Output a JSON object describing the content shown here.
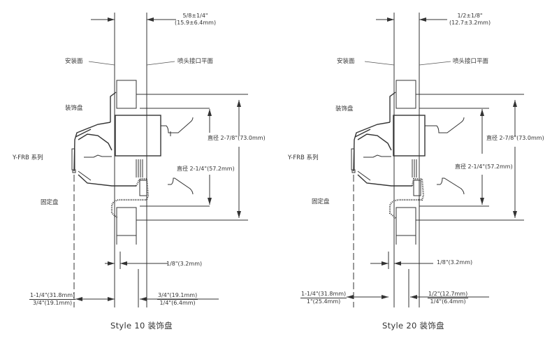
{
  "figures": [
    {
      "id": "style10",
      "caption": "Style 10 装饰盘",
      "labels": {
        "mounting_surface": "安装面",
        "sprinkler_outlet_plane": "喷头接口平面",
        "escutcheon": "装饰盘",
        "sprinkler_series": "Y-FRB 系列",
        "fixed_plate": "固定盘"
      },
      "dimensions": {
        "top_gap": {
          "line1": "5/8±1/4\"",
          "line2": "(15.9±6.4mm)"
        },
        "outer_diameter": "直径 2-7/8\"(73.0mm)",
        "inner_diameter": "直径 2-1/4\"(57.2mm)",
        "plate_thickness": "1/8\"(3.2mm)",
        "left_range": {
          "max": "1-1/4\"(31.8mm)",
          "min": "3/4\"(19.1mm)"
        },
        "right_range": {
          "max": "3/4\"(19.1mm)",
          "min": "1/4\"(6.4mm)"
        }
      }
    },
    {
      "id": "style20",
      "caption": "Style 20 装饰盘",
      "labels": {
        "mounting_surface": "安装面",
        "sprinkler_outlet_plane": "喷头接口平面",
        "escutcheon": "装饰盘",
        "sprinkler_series": "Y-FRB 系列",
        "fixed_plate": "固定盘"
      },
      "dimensions": {
        "top_gap": {
          "line1": "1/2±1/8\"",
          "line2": "(12.7±3.2mm)"
        },
        "outer_diameter": "直径 2-7/8\"(73.0mm)",
        "inner_diameter": "直径 2-1/4\"(57.2mm)",
        "plate_thickness": "1/8\"(3.2mm)",
        "left_range": {
          "max": "1-1/4\"(31.8mm)",
          "min": "1\"(25.4mm)"
        },
        "right_range": {
          "max": "1/2\"(12.7mm)",
          "min": "1/4\"(6.4mm)"
        }
      }
    }
  ]
}
